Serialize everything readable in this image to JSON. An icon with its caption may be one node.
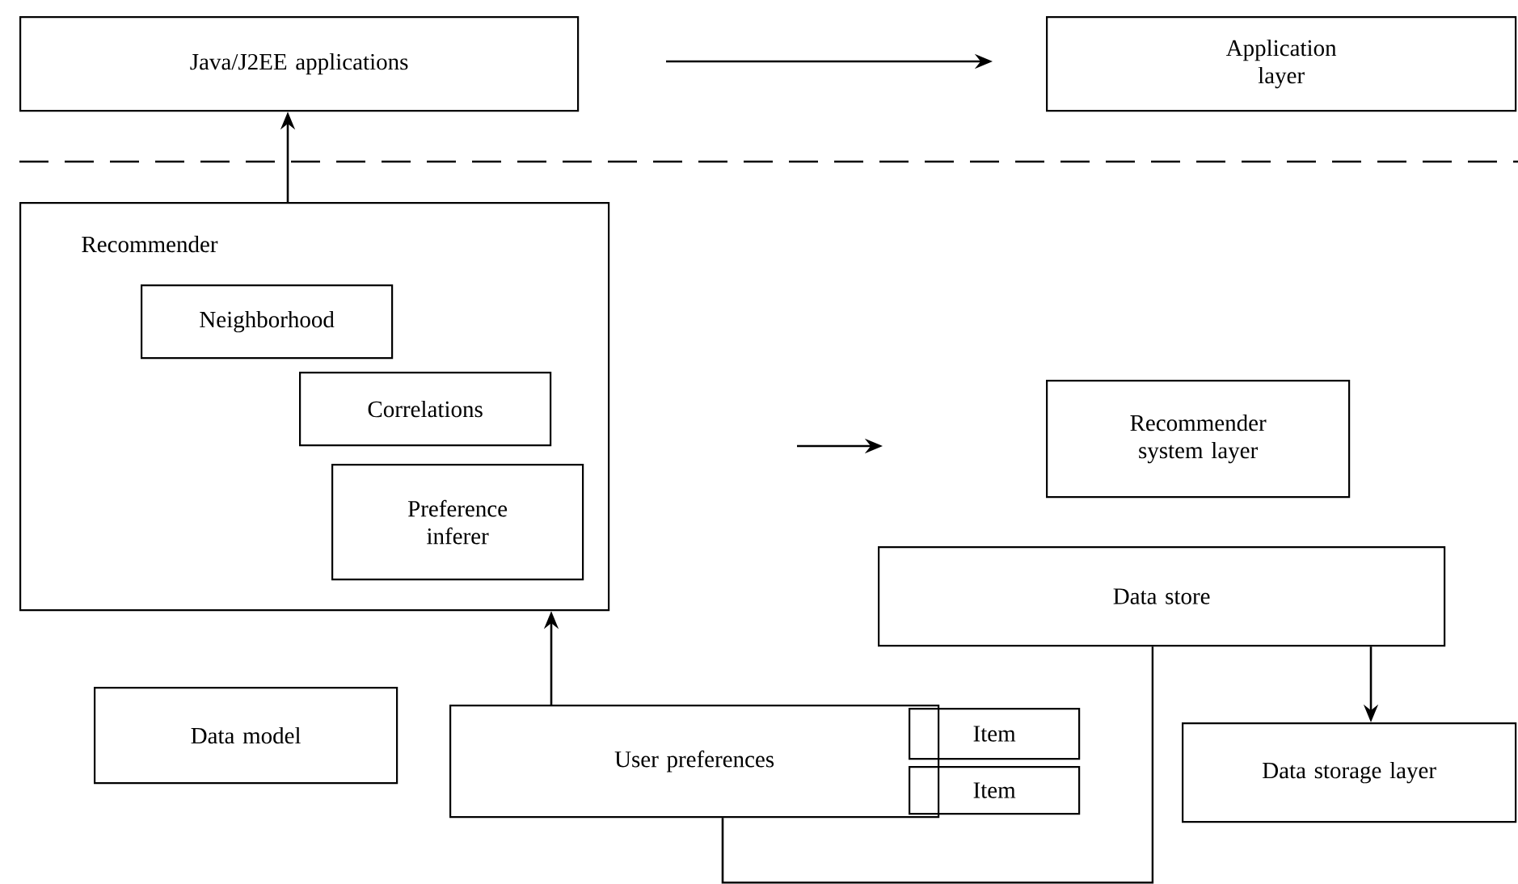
{
  "diagram": {
    "nodes": [
      {
        "text": [
          "Java/J2EE applications"
        ]
      },
      {
        "text": [
          "Application layer"
        ]
      },
      {
        "text": [
          "Recommender"
        ]
      },
      {
        "text": [
          "Neighborhood"
        ],
        "in": 2
      },
      {
        "text": [
          "Correlations"
        ],
        "in": 2
      },
      {
        "text": [
          "Preference inferer"
        ],
        "in": 2
      },
      {
        "text": [
          "Recommender system layer"
        ]
      },
      {
        "text": [
          "Data store"
        ]
      },
      {
        "text": [
          "Data model"
        ]
      },
      {
        "text": [
          "User preferences"
        ]
      },
      {
        "text": [
          "Item"
        ]
      },
      {
        "text": [
          "Item"
        ]
      },
      {
        "text": [
          "Data storage layer"
        ]
      }
    ],
    "edges": [
      {
        "from": 2,
        "to": 0,
        "arrow": "to"
      },
      {
        "from": 9,
        "to": 2,
        "arrow": "to"
      },
      {
        "from": 7,
        "to": 12,
        "arrow": "to"
      },
      {
        "from": 9,
        "to": 7,
        "arrow": "none"
      }
    ]
  }
}
